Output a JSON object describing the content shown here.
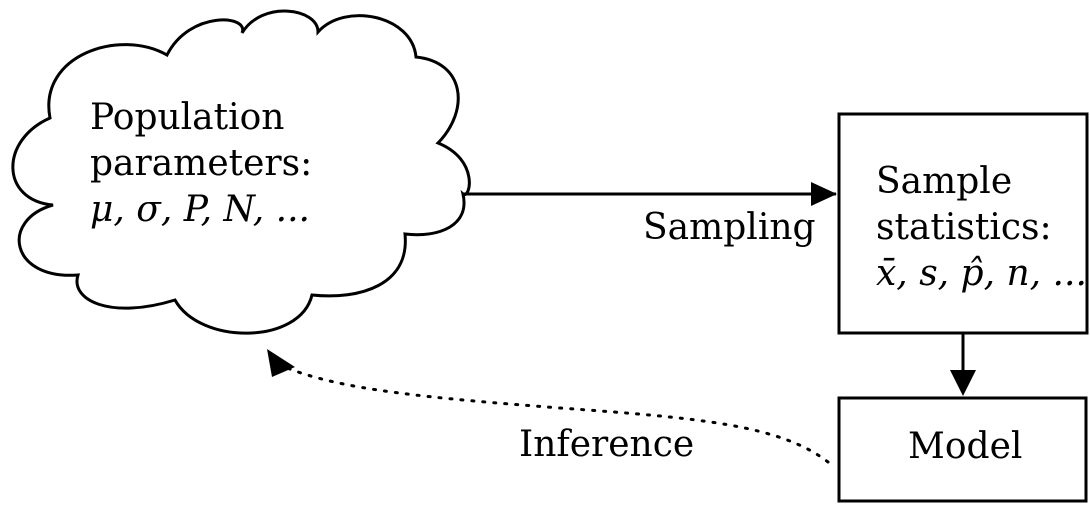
{
  "diagram": {
    "population": {
      "title_line1": "Population",
      "title_line2": "parameters:",
      "symbols": "μ, σ, P, N, ..."
    },
    "sample": {
      "title_line1": "Sample",
      "title_line2": "statistics:",
      "symbols": "x̄, s, p̂, n, ..."
    },
    "model": {
      "label": "Model"
    },
    "edges": {
      "sampling_label": "Sampling",
      "inference_label": "Inference"
    },
    "colors": {
      "stroke": "#000000",
      "background": "#ffffff"
    }
  }
}
